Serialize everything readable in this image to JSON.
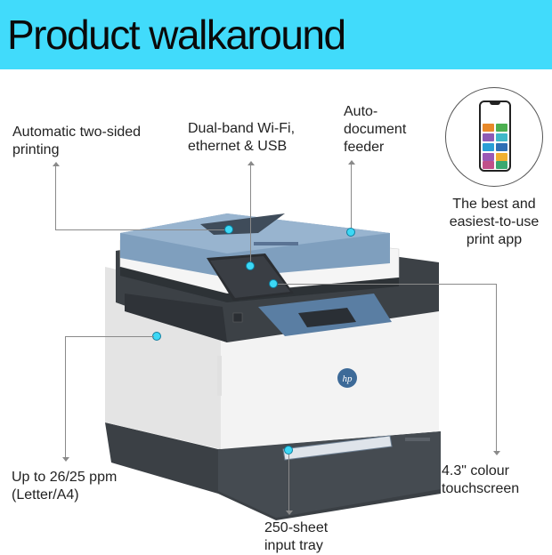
{
  "banner": {
    "title": "Product walkaround",
    "background_color": "#41dbfb"
  },
  "callouts": {
    "duplex": {
      "label_line1": "Automatic two-sided",
      "label_line2": "printing"
    },
    "connectivity": {
      "label_line1": "Dual-band Wi-Fi,",
      "label_line2": "ethernet & USB"
    },
    "adf": {
      "label_line1": "Auto-",
      "label_line2": "document",
      "label_line3": "feeder"
    },
    "app": {
      "label_line1": "The best and",
      "label_line2": "easiest-to-use",
      "label_line3": "print app"
    },
    "speed": {
      "label_line1": "Up to 26/25 ppm",
      "label_line2": "(Letter/A4)"
    },
    "tray": {
      "label_line1": "250-sheet",
      "label_line2": "input tray"
    },
    "touchscreen": {
      "label_line1": "4.3\" colour",
      "label_line2": "touchscreen"
    }
  },
  "product": {
    "brand_logo": "hp",
    "accent_color": "#3cd8f5",
    "scanner_lid_color": "#7f9fbe",
    "body_color": "#f1f1f1",
    "base_color": "#3b4045"
  },
  "app_tiles": [
    "#e8892a",
    "#4caf50",
    "#8e5bb5",
    "#3fb8c9",
    "#2a9fd6",
    "#2f6fb5",
    "#9b59b6",
    "#f0b030",
    "#c0508a",
    "#3aa870"
  ]
}
